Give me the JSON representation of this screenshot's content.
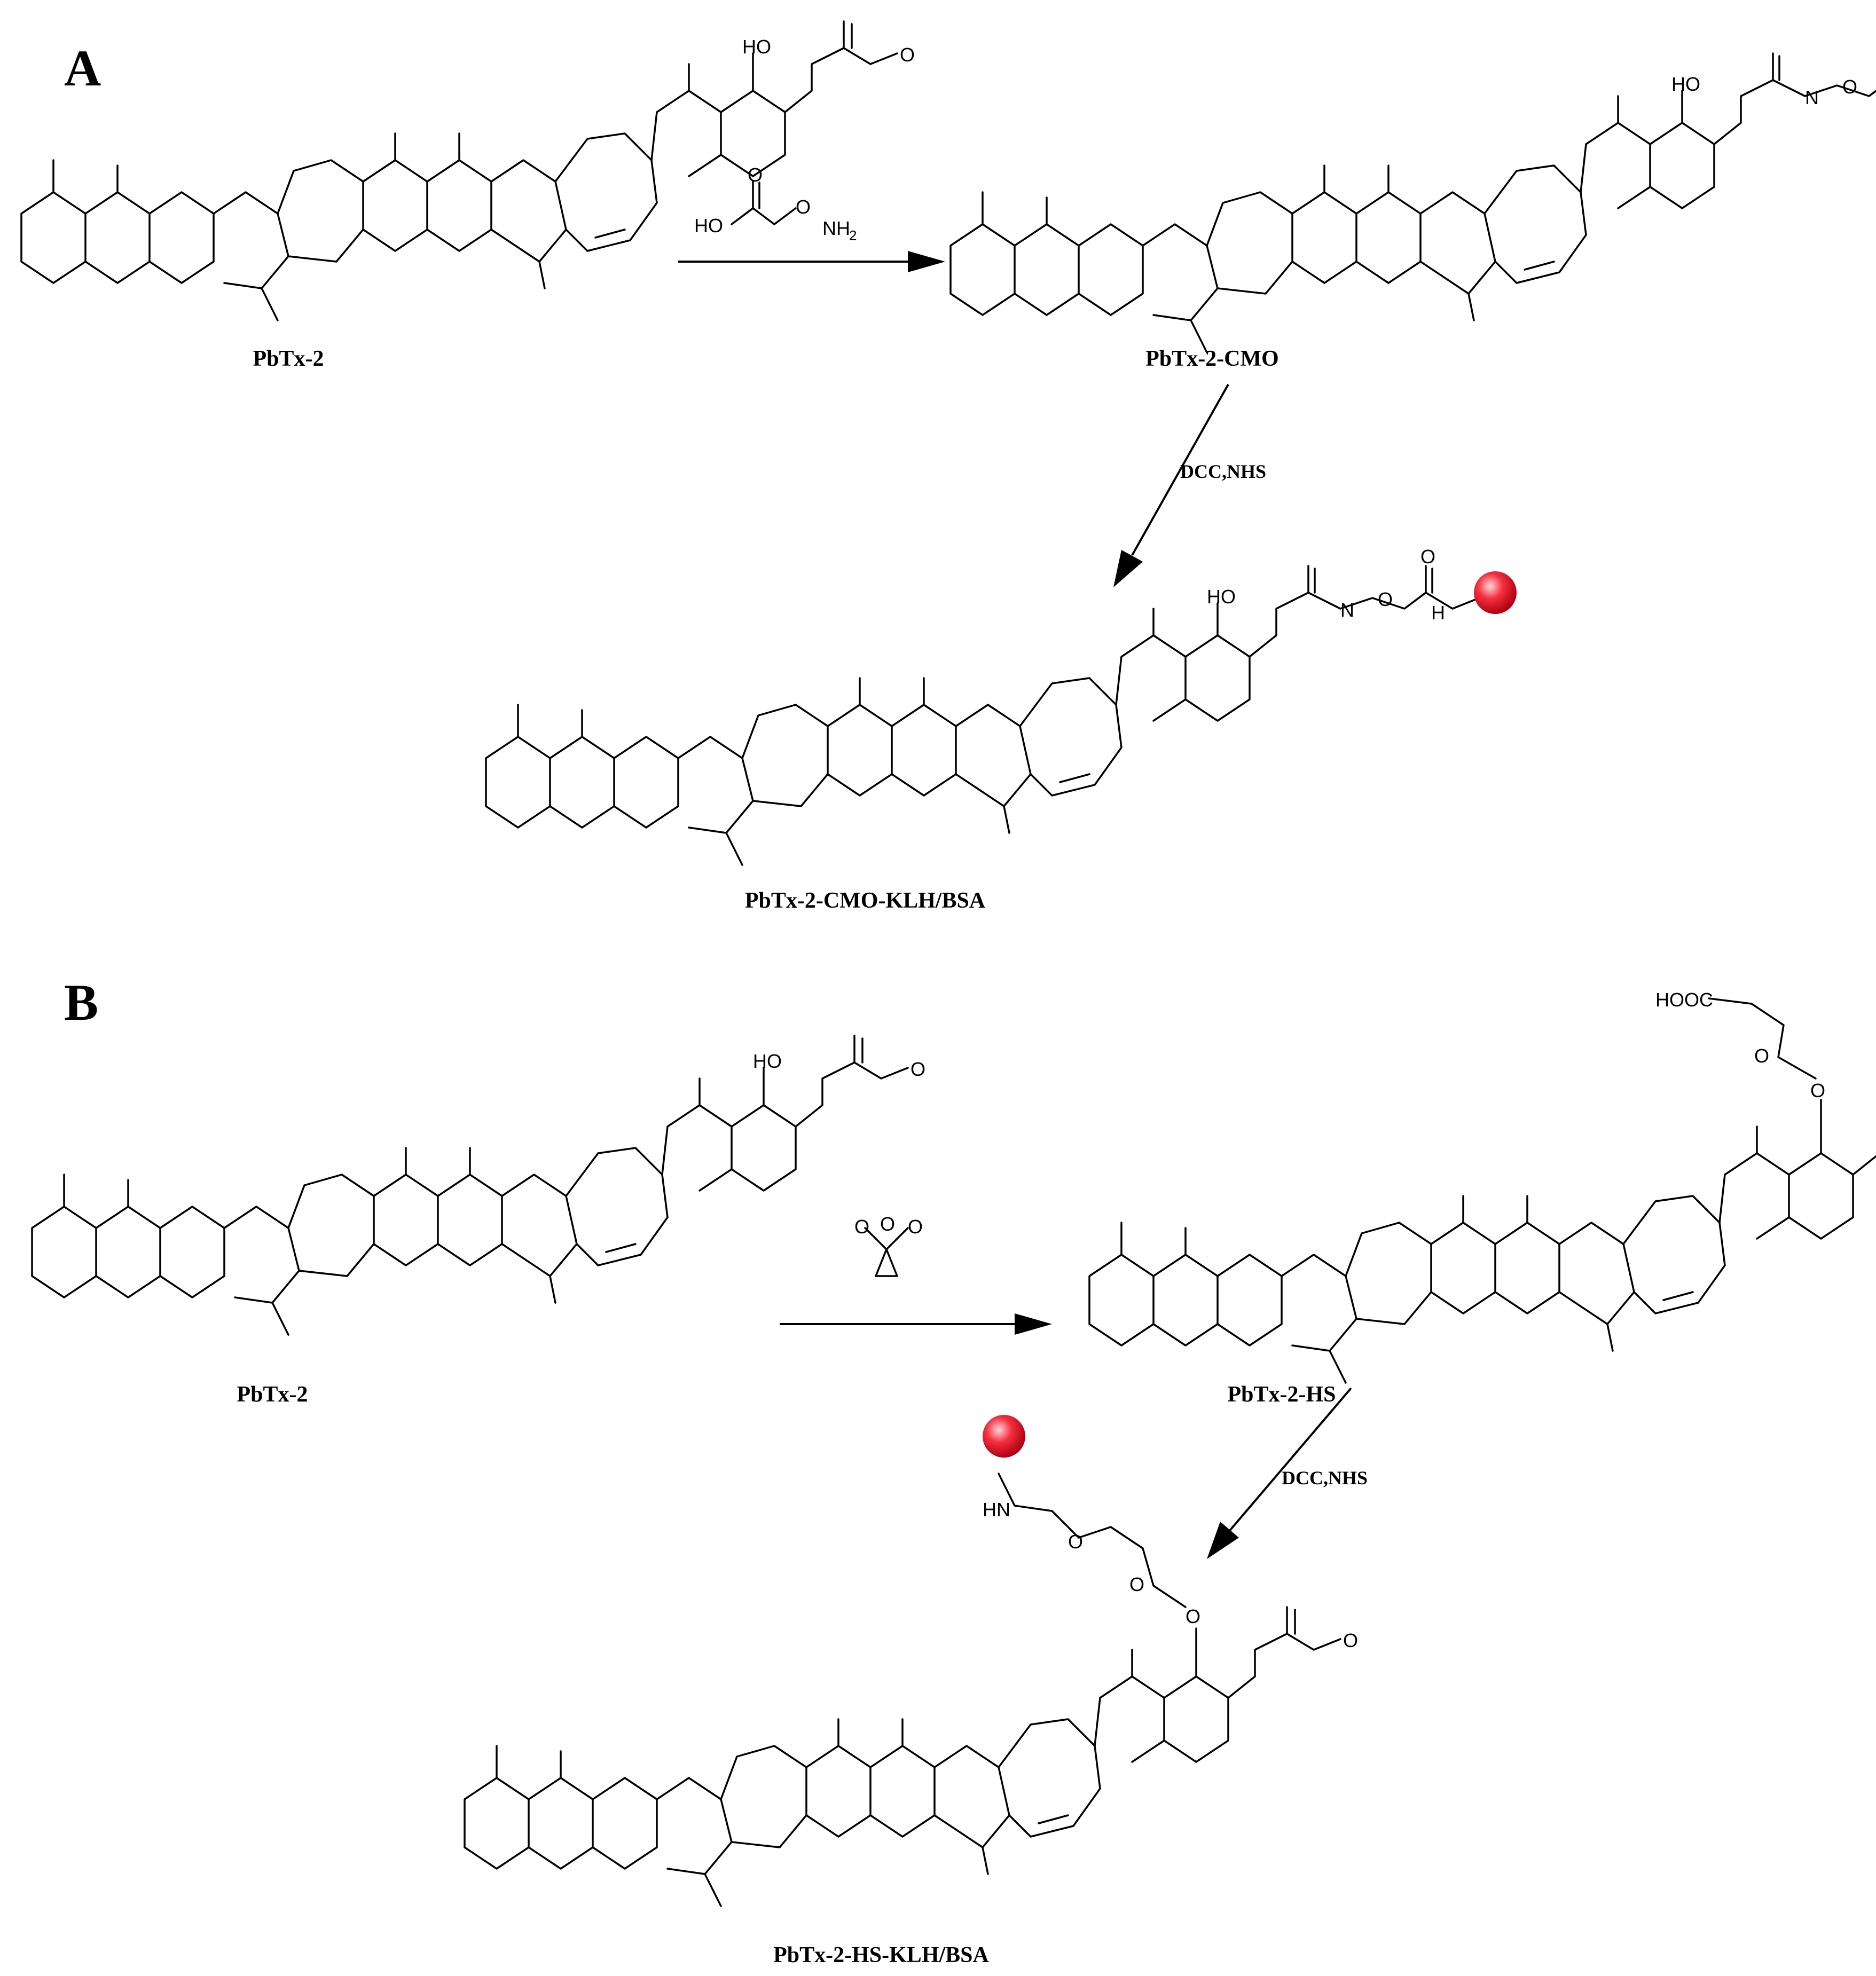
{
  "panels": [
    {
      "id": "A",
      "label": "A"
    },
    {
      "id": "B",
      "label": "B"
    }
  ],
  "compounds": {
    "a_start": "PbTx-2",
    "a_mid": "PbTx-2-CMO",
    "a_end": "PbTx-2-CMO-KLH/BSA",
    "b_start": "PbTx-2",
    "b_mid": "PbTx-2-HS",
    "b_end": "PbTx-2-HS-KLH/BSA"
  },
  "reagents": {
    "a_step2": "DCC,NHS",
    "b_step2": "DCC,NHS"
  },
  "atoms": {
    "O": "O",
    "HO": "HO",
    "OH": "OH",
    "NH2": "NH",
    "sub2": "2",
    "N": "N",
    "HN": "HN",
    "NH": "H",
    "HOOC": "HOOC"
  },
  "colors": {
    "carrier_protein": "#e8102a",
    "ink": "#000000"
  }
}
